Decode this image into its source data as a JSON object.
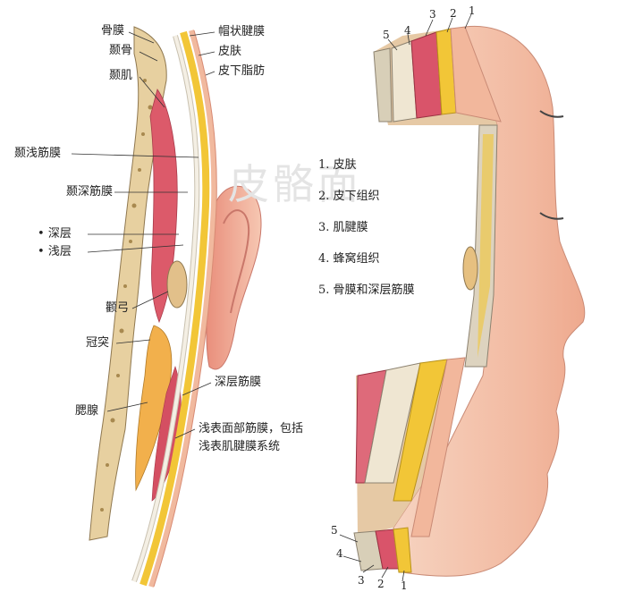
{
  "left_labels": {
    "periosteum": "骨膜",
    "temporal_bone": "颞骨",
    "temporalis": "颞肌",
    "superficial_temporal_fascia": "颞浅筋膜",
    "deep_temporal_fascia": "颞深筋膜",
    "deep_layer": "深层",
    "superficial_layer": "浅层",
    "zygomatic_arch": "颧弓",
    "coronoid": "冠突",
    "parotid": "腮腺",
    "galea": "帽状腱膜",
    "skin": "皮肤",
    "subcutaneous_fat": "皮下脂肪",
    "deep_fascia": "深层筋膜",
    "smas_line1": "浅表面部筋膜，包括",
    "smas_line2": "浅表肌腱膜系统"
  },
  "bullet": "•",
  "legend": [
    "1. 皮肤",
    "2. 皮下组织",
    "3. 肌腱膜",
    "4. 蜂窝组织",
    "5. 骨膜和深层筋膜"
  ],
  "layer_numbers": {
    "n1": "1",
    "n2": "2",
    "n3": "3",
    "n4": "4",
    "n5": "5"
  },
  "watermark": "皮骼面",
  "colors": {
    "skin": "#f3c2a8",
    "fat": "#f5c83a",
    "muscle": "#d9546a",
    "bone": "#e8d3a8",
    "fascia": "#ece6d8"
  }
}
